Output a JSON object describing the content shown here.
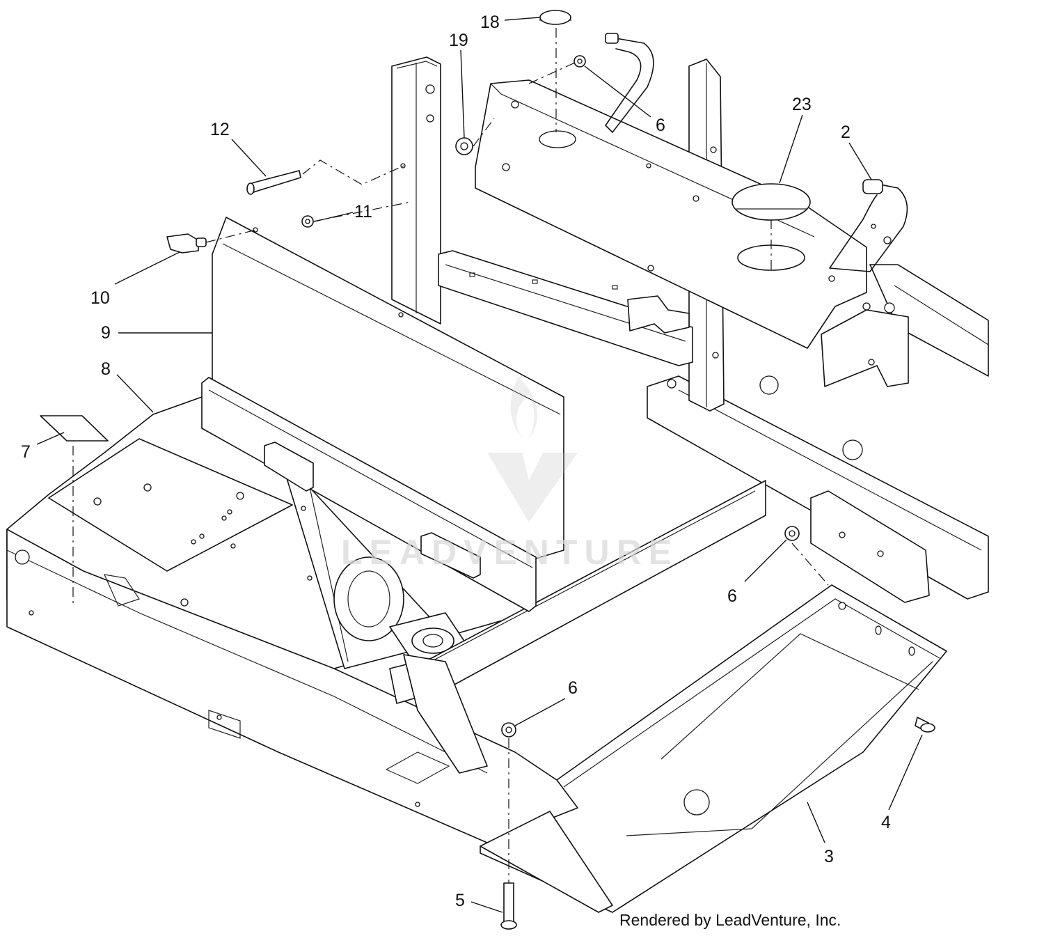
{
  "callouts": [
    {
      "id": "c18",
      "text": "18"
    },
    {
      "id": "c19",
      "text": "19"
    },
    {
      "id": "c6a",
      "text": "6"
    },
    {
      "id": "c23",
      "text": "23"
    },
    {
      "id": "c2",
      "text": "2"
    },
    {
      "id": "c12",
      "text": "12"
    },
    {
      "id": "c11",
      "text": "11"
    },
    {
      "id": "c10",
      "text": "10"
    },
    {
      "id": "c9",
      "text": "9"
    },
    {
      "id": "c8",
      "text": "8"
    },
    {
      "id": "c7",
      "text": "7"
    },
    {
      "id": "c6b",
      "text": "6"
    },
    {
      "id": "c6c",
      "text": "6"
    },
    {
      "id": "c4",
      "text": "4"
    },
    {
      "id": "c3",
      "text": "3"
    },
    {
      "id": "c5",
      "text": "5"
    }
  ],
  "watermark": "LEADVENTURE",
  "credit": "Rendered by LeadVenture, Inc."
}
